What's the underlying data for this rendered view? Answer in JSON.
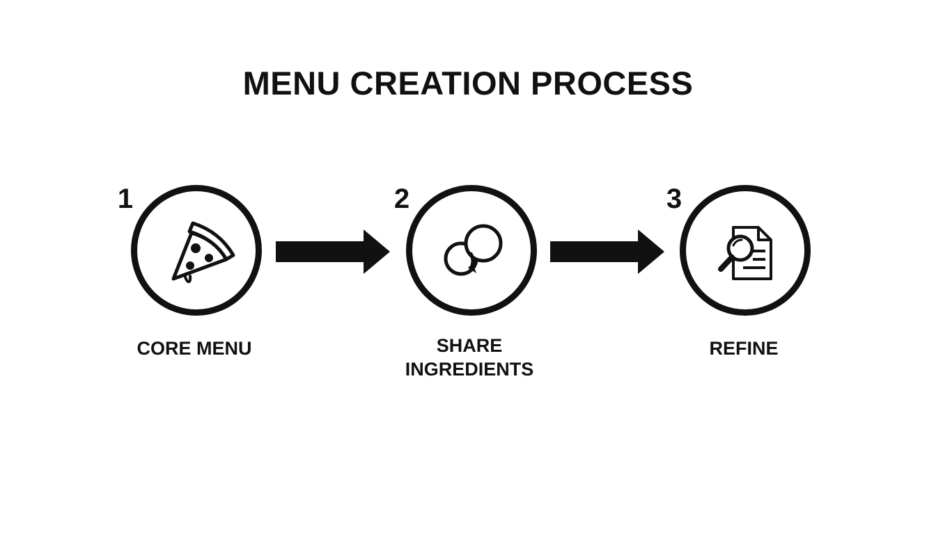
{
  "title": "MENU CREATION PROCESS",
  "steps": [
    {
      "number": "1",
      "label": "CORE MENU",
      "icon": "pizza-slice-icon"
    },
    {
      "number": "2",
      "label": "SHARE INGREDIENTS",
      "icon": "linked-rings-icon"
    },
    {
      "number": "3",
      "label": "REFINE",
      "icon": "document-magnifier-icon"
    }
  ],
  "colors": {
    "ink": "#111111",
    "background": "#ffffff"
  }
}
